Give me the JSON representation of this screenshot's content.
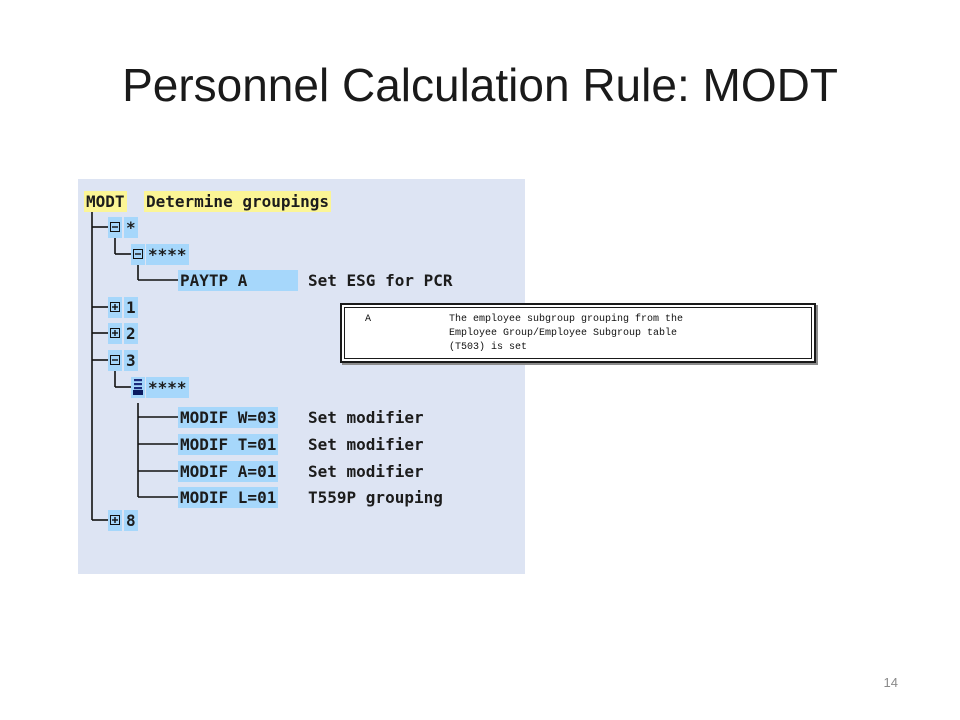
{
  "slide": {
    "title": "Personnel Calculation Rule: MODT",
    "number": "14"
  },
  "tree": {
    "root": {
      "code": "MODT",
      "text": "Determine groupings"
    },
    "nodes": {
      "star": "*",
      "star_sub": "****",
      "paytp": {
        "op": "PAYTP A",
        "desc": "Set ESG for PCR"
      },
      "n1": "1",
      "n2": "2",
      "n3": "3",
      "n3_sub": "****",
      "modif": [
        {
          "op": "MODIF W=03",
          "desc": "Set modifier"
        },
        {
          "op": "MODIF T=01",
          "desc": "Set modifier"
        },
        {
          "op": "MODIF A=01",
          "desc": "Set modifier"
        },
        {
          "op": "MODIF L=01",
          "desc": "T559P grouping"
        }
      ],
      "n8": "8"
    }
  },
  "tooltip": {
    "key": "A",
    "lines": [
      "The employee subgroup grouping from the",
      "Employee Group/Employee Subgroup table",
      "(T503) is set"
    ]
  },
  "colors": {
    "panel_bg": "#dde4f3",
    "highlight_yellow": "#fbf596",
    "highlight_blue": "#a6d7fb"
  },
  "icons": {
    "expanded_toggle": "minus-box-icon",
    "collapsed_toggle": "plus-box-icon",
    "selected_marker": "drag-handle-icon"
  }
}
